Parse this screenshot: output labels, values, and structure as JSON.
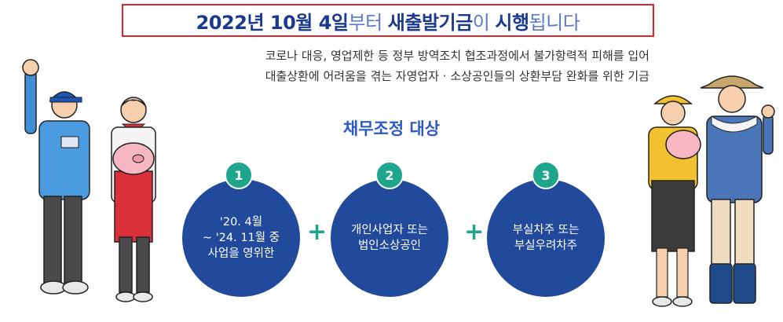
{
  "headline": {
    "part1": "2022년 10월 4일",
    "part2": "부터 ",
    "part3": "새출발기금",
    "part4": "이 ",
    "part5": "시행",
    "part6": "됩니다"
  },
  "subtitle": {
    "line1": "코로나 대응, 영업제한 등 정부 방역조치 협조과정에서 불가항력적 피해를 입어",
    "line2": "대출상환에 어려움을 겪는 자영업자 · 소상공인들의 상환부담 완화를 위한 기금"
  },
  "section_title": "채무조정 대상",
  "criteria": [
    {
      "number": "1",
      "line1": "'20. 4월",
      "line2": "~ '24. 11월 중",
      "line3": "사업을 영위한"
    },
    {
      "number": "2",
      "line1": "개인사업자 또는",
      "line2": "법인소상공인"
    },
    {
      "number": "3",
      "line1": "부실차주 또는",
      "line2": "부실우려차주"
    }
  ],
  "plus_symbol": "+",
  "colors": {
    "accent": "#21499c",
    "badge": "#1fa58c",
    "border": "#d9252b",
    "title": "#2d59c6"
  }
}
